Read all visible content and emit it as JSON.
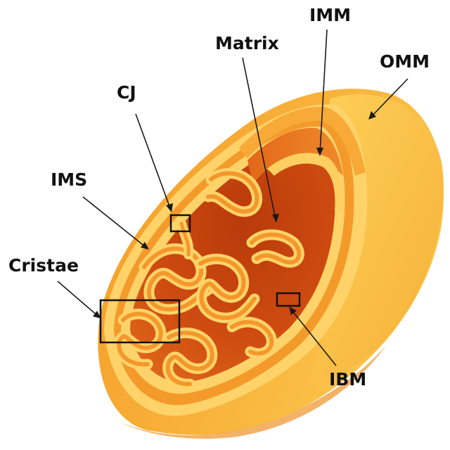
{
  "diagram": {
    "labels": {
      "imm": "IMM",
      "matrix": "Matrix",
      "omm": "OMM",
      "cj": "CJ",
      "ims": "IMS",
      "cristae": "Cristae",
      "ibm": "IBM"
    },
    "colors": {
      "outer_light": "#fbc84a",
      "outer_mid": "#f7a22b",
      "outer_shade": "#e98a1a",
      "membrane_band": "#ffd36a",
      "matrix_dark": "#c8410d",
      "matrix_mid": "#dc5a14",
      "matrix_light": "#e56d1b",
      "label_text": "#111111"
    }
  }
}
